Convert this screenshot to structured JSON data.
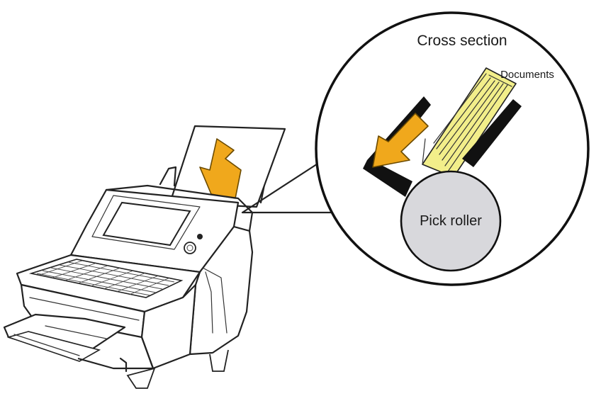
{
  "labels": {
    "cross_section": "Cross section",
    "documents": "Documents",
    "pick_roller": "Pick roller"
  },
  "colors": {
    "arrow": "#f0a81c",
    "arrow_outline": "#6b4a00",
    "documents_fill": "#f2ee8a",
    "roller_fill": "#d8d8dc",
    "line": "#222222"
  }
}
